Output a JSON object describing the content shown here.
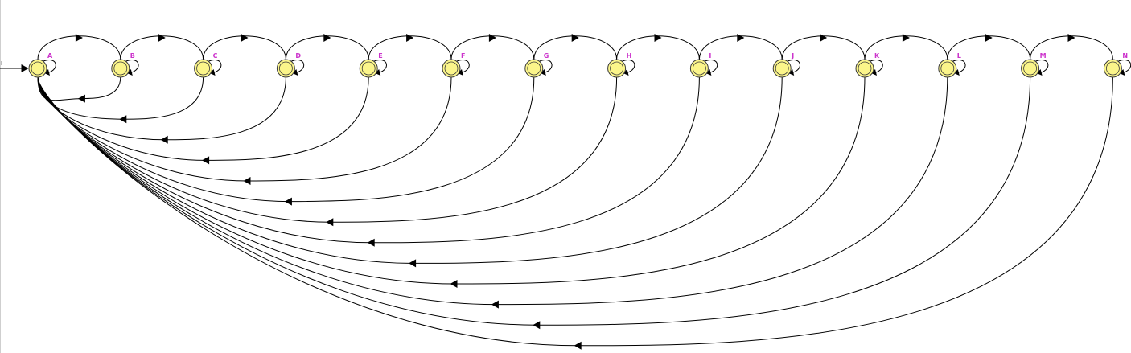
{
  "diagram": {
    "start_marker": "I",
    "initial_state": "A",
    "states": [
      "A",
      "B",
      "C",
      "D",
      "E",
      "F",
      "G",
      "H",
      "I",
      "J",
      "K",
      "L",
      "M",
      "N"
    ],
    "transitions": {
      "forward_chain": true,
      "self_loops_on": [
        "A",
        "B",
        "C",
        "D",
        "E",
        "F",
        "G",
        "H",
        "I",
        "J",
        "K",
        "L",
        "M",
        "N"
      ],
      "back_to_initial_from": [
        "B",
        "C",
        "D",
        "E",
        "F",
        "G",
        "H",
        "I",
        "J",
        "K",
        "L",
        "M",
        "N"
      ]
    }
  },
  "colors": {
    "state_fill": "#fbf58a",
    "state_stroke": "#3a3a3a",
    "label": "#cc33cc",
    "edge": "#000000",
    "background": "#ffffff"
  }
}
